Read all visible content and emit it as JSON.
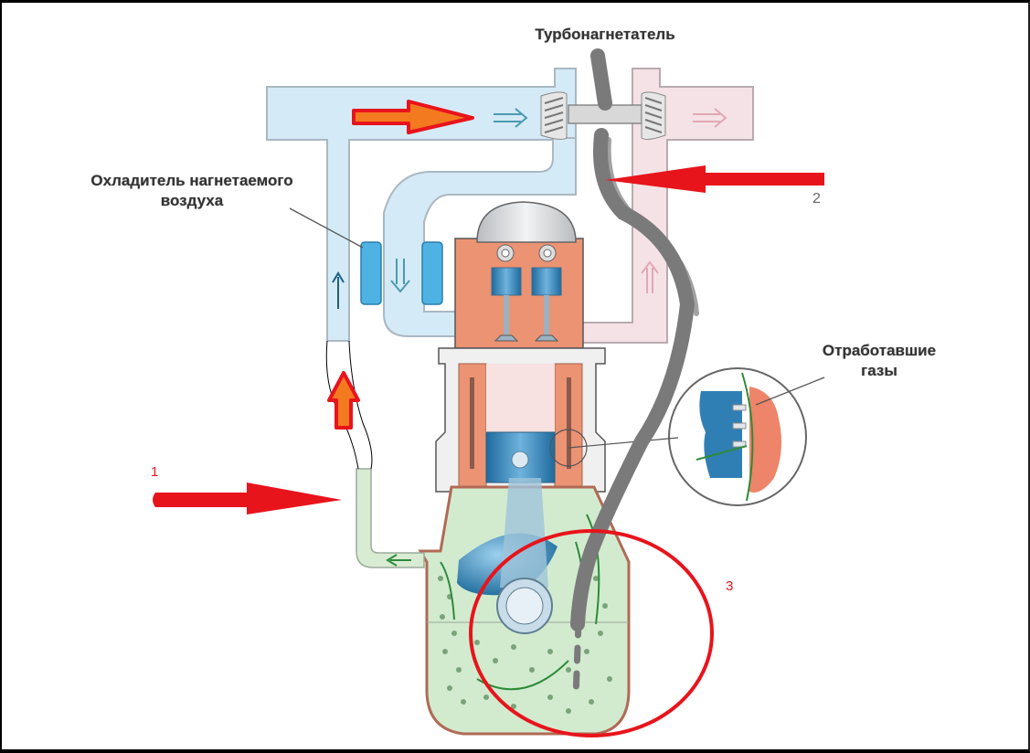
{
  "diagram": {
    "labels": {
      "turbocharger": "Турбонагнетатель",
      "intercooler_line1": "Охладитель нагнетаемого",
      "intercooler_line2": "воздуха",
      "exhaust_line1": "Отработавшие",
      "exhaust_line2": "газы"
    },
    "markers": {
      "m1": "1",
      "m2": "2",
      "m3": "3"
    },
    "colors": {
      "intake_air": "#cfe8f5",
      "exhaust_air": "#f6dde2",
      "crankcase_gas": "#cfe8c9",
      "engine_block": "#e98a6a",
      "coolant": "#3aa6d8",
      "annotation_red": "#e8141c",
      "annotation_orange": "#f47a20",
      "hose_gray": "#7a7a7a",
      "flow_green": "#2e8b3a"
    }
  }
}
